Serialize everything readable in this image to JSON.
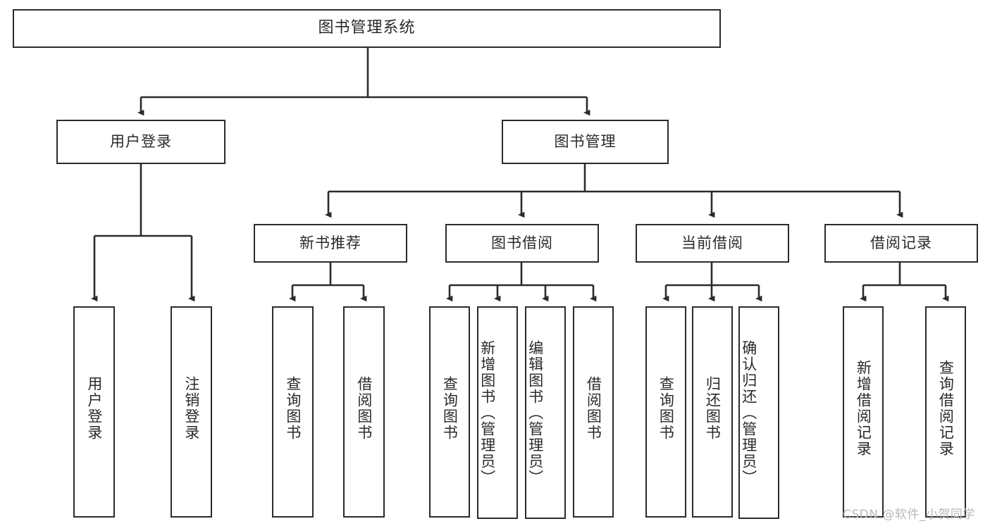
{
  "diagram": {
    "type": "tree",
    "title": "图书管理系统",
    "line_color": "#2b2b2b",
    "box_fill": "#ffffff",
    "text_color": "#2a2a2a",
    "root": {
      "label": "图书管理系统"
    },
    "level2": [
      {
        "label": "用户登录"
      },
      {
        "label": "图书管理"
      }
    ],
    "level3": [
      {
        "label": "新书推荐"
      },
      {
        "label": "图书借阅"
      },
      {
        "label": "当前借阅"
      },
      {
        "label": "借阅记录"
      }
    ],
    "leaves": {
      "user_login": [
        {
          "label": "用户登录"
        },
        {
          "label": "注销登录"
        }
      ],
      "new_book": [
        {
          "label": "查询图书"
        },
        {
          "label": "借阅图书"
        }
      ],
      "book_borrow": [
        {
          "label": "查询图书"
        },
        {
          "label": "新增图书（管理员）"
        },
        {
          "label": "编辑图书（管理员）"
        },
        {
          "label": "借阅图书"
        }
      ],
      "current_borrow": [
        {
          "label": "查询图书"
        },
        {
          "label": "归还图书"
        },
        {
          "label": "确认归还（管理员）"
        }
      ],
      "borrow_record": [
        {
          "label": "新增借阅记录"
        },
        {
          "label": "查询借阅记录"
        }
      ]
    }
  },
  "watermark": {
    "text": "CSDN @软件_小贺同学"
  }
}
